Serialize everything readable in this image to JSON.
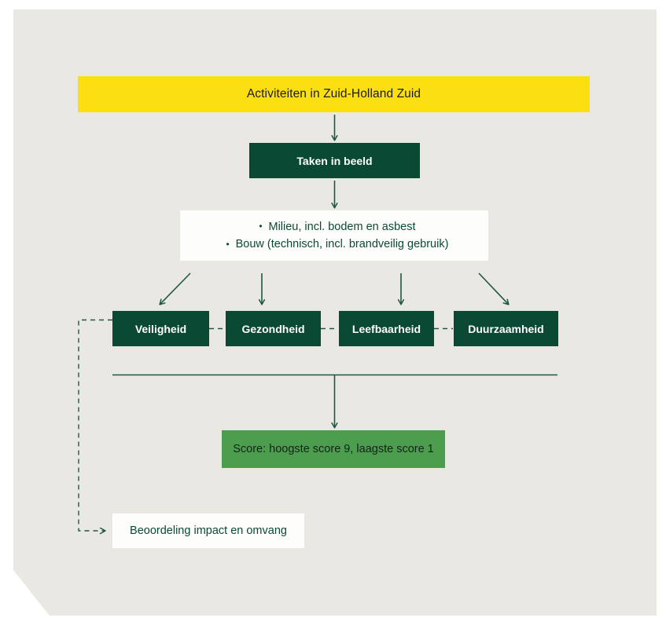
{
  "diagram": {
    "type": "flowchart",
    "title": "Activiteiten in Zuid-Holland Zuid",
    "colors": {
      "background": "#e9e8e3",
      "header_yellow": "#fbdf10",
      "dark_green": "#0a4a34",
      "medium_green": "#4c9d4e",
      "card_white": "#fdfdfc",
      "connector_green": "#1d5940"
    },
    "nodes": {
      "activities": {
        "label": "Activiteiten in Zuid-Holland Zuid"
      },
      "tasks": {
        "label": "Taken in beeld"
      },
      "scope": {
        "bullets": [
          "Milieu, incl. bodem en asbest",
          "Bouw (technisch, incl. brandveilig gebruik)"
        ],
        "bullet_glyph": "•"
      },
      "themes": [
        {
          "label": "Veiligheid"
        },
        {
          "label": "Gezondheid"
        },
        {
          "label": "Leefbaarheid"
        },
        {
          "label": "Duurzaamheid"
        }
      ],
      "score": {
        "label": "Score: hoogste score 9, laagste score 1"
      },
      "assessment": {
        "label": "Beoordeling impact en omvang"
      }
    }
  }
}
